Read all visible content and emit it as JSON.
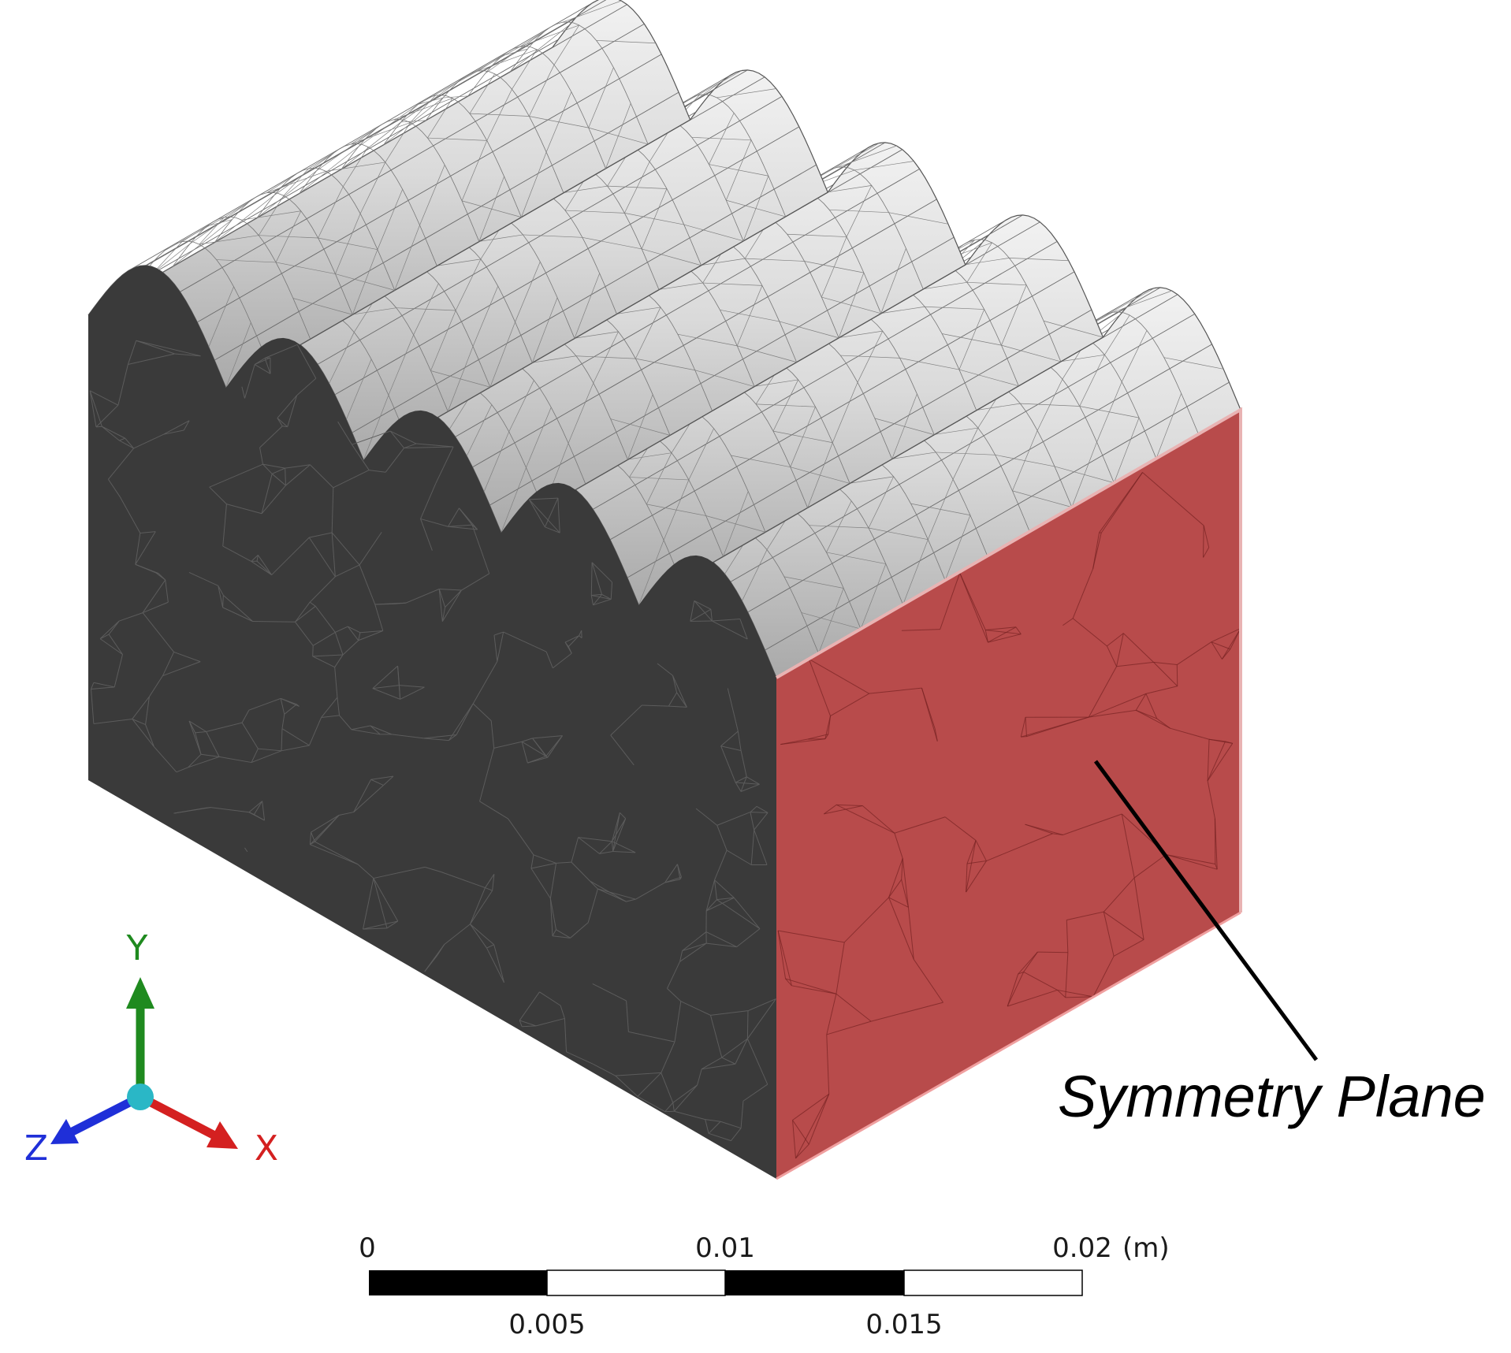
{
  "callout": {
    "label": "Symmetry Plane"
  },
  "triad": {
    "x_label": "X",
    "y_label": "Y",
    "z_label": "Z",
    "colors": {
      "x": "#d42020",
      "y": "#1f8a1f",
      "z": "#1f2fd8",
      "origin": "#2ab7c6"
    }
  },
  "scale_bar": {
    "unit": "(m)",
    "top_labels": [
      "0",
      "0.01",
      "0.02"
    ],
    "bottom_labels": [
      "0.005",
      "0.015"
    ]
  },
  "colors": {
    "symmetry_face": "#b84b4b",
    "cut_face": "#3a3a3a",
    "top_surface": "#dcdcdc"
  }
}
